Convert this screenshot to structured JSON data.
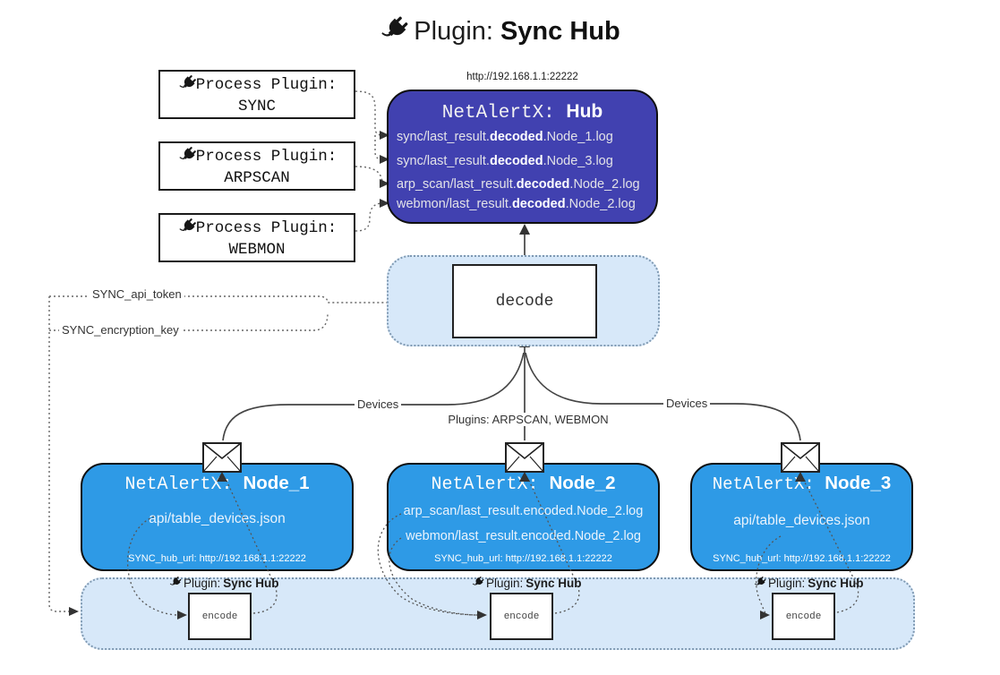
{
  "title": {
    "prefix": "Plugin:",
    "name": "Sync Hub"
  },
  "hub": {
    "url_label": "http://192.168.1.1:22222",
    "title_prefix": "NetAlertX:",
    "title_name": "Hub",
    "lines": [
      {
        "pre": "sync/last_result.",
        "bold": "decoded",
        "post": ".Node_1.log"
      },
      {
        "pre": "sync/last_result.",
        "bold": "decoded",
        "post": ".Node_3.log"
      },
      {
        "pre": "arp_scan/last_result.",
        "bold": "decoded",
        "post": ".Node_2.log"
      },
      {
        "pre": "webmon/last_result.",
        "bold": "decoded",
        "post": ".Node_2.log"
      }
    ]
  },
  "process_plugins": [
    {
      "label": "Process Plugin:",
      "name": "SYNC"
    },
    {
      "label": "Process Plugin:",
      "name": "ARPSCAN"
    },
    {
      "label": "Process Plugin:",
      "name": "WEBMON"
    }
  ],
  "decode": {
    "label": "decode"
  },
  "tokens": {
    "api_token": "SYNC_api_token",
    "encryption_key": "SYNC_encryption_key"
  },
  "edges": {
    "devices_left": "Devices",
    "devices_right": "Devices",
    "plugins_label": "Plugins: ARPSCAN, WEBMON"
  },
  "nodes": [
    {
      "title_prefix": "NetAlertX:",
      "title_name": "Node_1",
      "files": [
        "api/table_devices.json"
      ],
      "hub_url": "SYNC_hub_url: http://192.168.1.1:22222"
    },
    {
      "title_prefix": "NetAlertX:",
      "title_name": "Node_2",
      "files": [
        "arp_scan/last_result.encoded.Node_2.log",
        "webmon/last_result.encoded.Node_2.log"
      ],
      "hub_url": "SYNC_hub_url: http://192.168.1.1:22222"
    },
    {
      "title_prefix": "NetAlertX:",
      "title_name": "Node_3",
      "files": [
        "api/table_devices.json"
      ],
      "hub_url": "SYNC_hub_url: http://192.168.1.1:22222"
    }
  ],
  "encoders": [
    {
      "plugin_prefix": "Plugin:",
      "plugin_name": "Sync Hub",
      "label": "encode"
    },
    {
      "plugin_prefix": "Plugin:",
      "plugin_name": "Sync Hub",
      "label": "encode"
    },
    {
      "plugin_prefix": "Plugin:",
      "plugin_name": "Sync Hub",
      "label": "encode"
    }
  ],
  "icons": {
    "plug": "plug-icon",
    "envelope": "envelope-icon"
  },
  "colors": {
    "hub": "#4141b0",
    "node": "#2e9ae6",
    "container": "#d7e8f9",
    "container_border": "#7f99b2",
    "line": "#555555",
    "arrow": "#333333"
  }
}
